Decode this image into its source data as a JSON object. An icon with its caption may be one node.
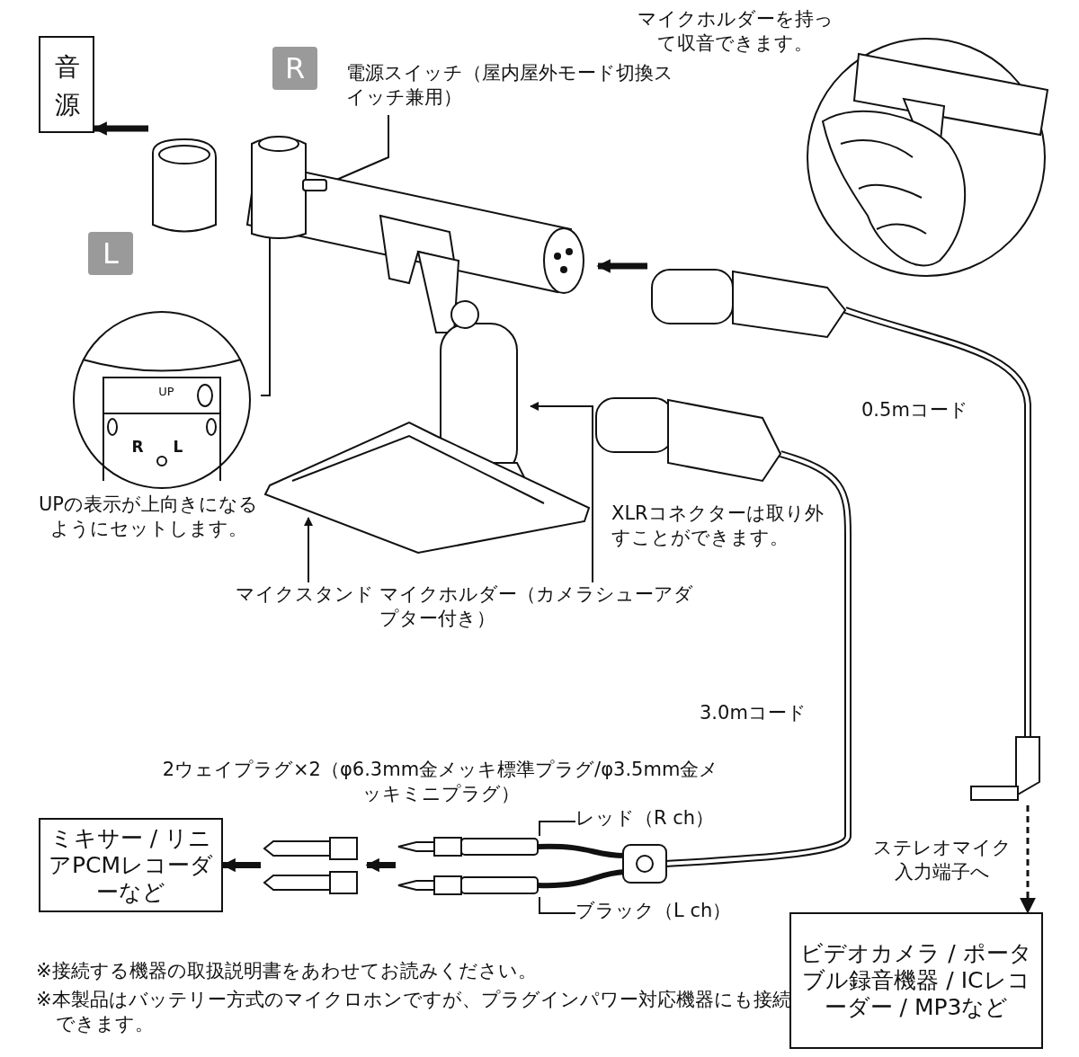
{
  "diagram": {
    "nodes": [
      {
        "text": [
          "音源"
        ]
      },
      {
        "text": [
          "R"
        ]
      },
      {
        "text": [
          "L"
        ]
      },
      {
        "text": [
          "電源スイッチ（屋内屋外モード切換スイッチ兼用）"
        ]
      },
      {
        "text": [
          "マイクホルダーを持って収音できます。"
        ]
      },
      {
        "text": [],
        "shape": "picture"
      },
      {
        "text": [],
        "shape": "picture"
      },
      {
        "text": [],
        "shape": "picture"
      },
      {
        "text": [
          "UP",
          "R",
          "L",
          "UPの表示が上向きになるようにセットします。"
        ]
      },
      {
        "text": [
          "マイクスタンド"
        ]
      },
      {
        "text": [
          "マイクホルダー（カメラシューアダプター付き）"
        ]
      },
      {
        "text": [],
        "shape": "picture"
      },
      {
        "text": [],
        "shape": "picture"
      },
      {
        "text": [
          "レッド（R ch）"
        ]
      },
      {
        "text": [
          "ブラック（L ch）"
        ]
      },
      {
        "text": [],
        "shape": "picture"
      },
      {
        "text": [],
        "shape": "picture"
      },
      {
        "text": [
          "ミキサー / リニアPCMレコーダーなど"
        ]
      },
      {
        "text": [
          "ビデオカメラ / ポータブル録音機器 / ICレコーダー / MP3など"
        ]
      }
    ],
    "edges": [
      {
        "from": 5,
        "to": 0,
        "arrow": "to",
        "style": "thick"
      },
      {
        "from": 11,
        "to": 5,
        "arrow": "to",
        "style": "thick"
      },
      {
        "from": 8,
        "to": 5,
        "arrow": "none"
      },
      {
        "from": 3,
        "to": 5,
        "arrow": "none"
      },
      {
        "from": 9,
        "to": 7,
        "arrow": "to"
      },
      {
        "from": 10,
        "to": 6,
        "arrow": "to"
      },
      {
        "from": 13,
        "to": 15,
        "arrow": "none"
      },
      {
        "from": 14,
        "to": 15,
        "arrow": "none"
      },
      {
        "from": 15,
        "to": 16,
        "arrow": "to",
        "style": "thick"
      },
      {
        "from": 16,
        "to": 17,
        "arrow": "to",
        "style": "thick"
      },
      {
        "from": 11,
        "to": 18,
        "arrow": "to",
        "style": "dashed",
        "label": "ステレオマイク入力端子へ"
      }
    ],
    "labels": [
      "0.5mコード",
      "XLRコネクターは取り外すことができます。",
      "3.0mコード",
      "2ウェイプラグ×2（φ6.3mm金メッキ標準プラグ/φ3.5mm金メッキミニプラグ）",
      "※接続する機器の取扱説明書をあわせてお読みください。",
      "※本製品はバッテリー方式のマイクロホンですが、プラグインパワー対応機器にも接続できます。"
    ]
  }
}
